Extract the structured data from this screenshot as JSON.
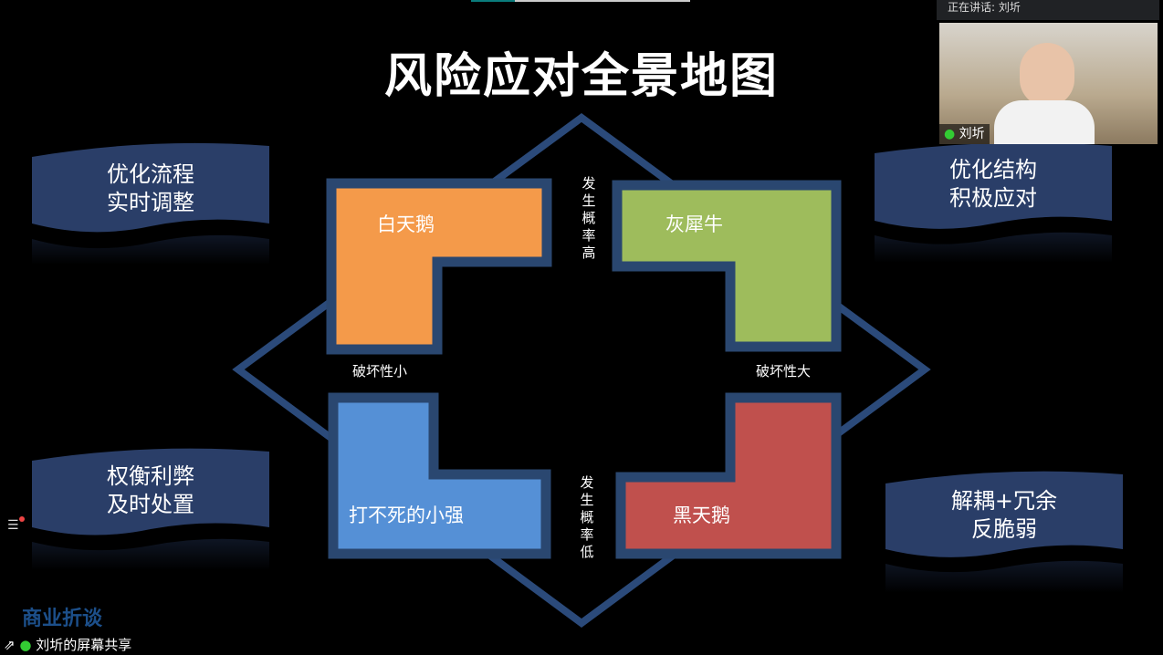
{
  "meeting": {
    "speaking_label": "正在讲话: 刘圻",
    "participant_name": "刘圻",
    "screen_share_label": "刘圻的屏幕共享",
    "share_progress_percent": 20
  },
  "slide": {
    "title": "风险应对全景地图",
    "quadrants": [
      {
        "label": "白天鹅",
        "color": "#f49a4a"
      },
      {
        "label": "灰犀牛",
        "color": "#9ebc5c"
      },
      {
        "label": "打不死的小强",
        "color": "#5590d6"
      },
      {
        "label": "黑天鹅",
        "color": "#c0504d"
      }
    ],
    "axis": {
      "top": "发生概率高",
      "bottom": "发生概率低",
      "left": "破坏性小",
      "right": "破坏性大"
    },
    "banners": [
      {
        "line1": "优化流程",
        "line2": "实时调整"
      },
      {
        "line1": "优化结构",
        "line2": "积极应对"
      },
      {
        "line1": "权衡利弊",
        "line2": "及时处置"
      },
      {
        "line1": "解耦+冗余",
        "line2": "反脆弱"
      }
    ],
    "logo": "商业折谈",
    "colors": {
      "frame": "#2b4a7a",
      "banner": "#2a3e68"
    }
  }
}
